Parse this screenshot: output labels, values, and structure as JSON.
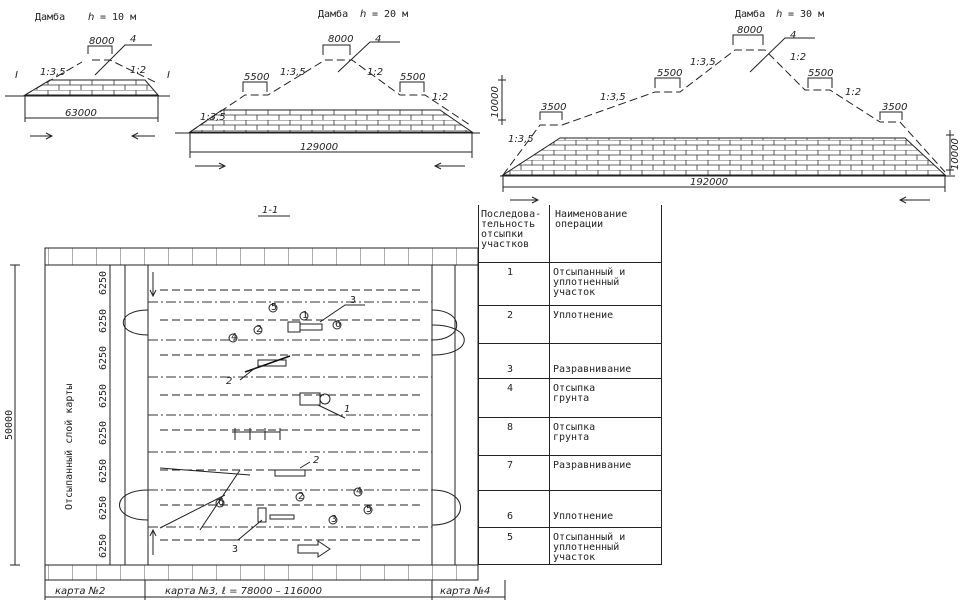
{
  "dams": [
    {
      "title": "Дамба",
      "h": "h",
      "height": "= 10 м",
      "crest": "8000",
      "slope_left": "1:3,5",
      "slope_right": "1:2",
      "base_width": "63000",
      "callout": "4",
      "section_mark": "I"
    },
    {
      "title": "Дамба",
      "h": "h",
      "height": "= 20 м",
      "crest": "8000",
      "bench": "5500",
      "slope_left": "1:3,5",
      "slope_right": "1:2",
      "base_width": "129000",
      "callout": "4"
    },
    {
      "title": "Дамба",
      "h": "h",
      "height": "= 30 м",
      "crest": "8000",
      "bench_upper": "5500",
      "bench_lower": "3500",
      "slope_left": "1:3,5",
      "slope_right": "1:2",
      "base_width": "192000",
      "height_dim": "10000",
      "callout": "4"
    }
  ],
  "plan": {
    "section_label": "1-1",
    "side_label": "Отсыпанный слой карты",
    "total_width": "50000",
    "row_width": "6250",
    "callouts": [
      "1",
      "2",
      "3"
    ],
    "step_numbers": [
      "1",
      "2",
      "3",
      "4",
      "5",
      "6"
    ],
    "maps": [
      "карта №2",
      "карта №3, ℓ = 78000 – 116000",
      "карта №4"
    ]
  },
  "table": {
    "headers": [
      "Последова-\nтельность\nотсыпки\nучастков",
      "Наименование\nоперации"
    ],
    "rows": [
      {
        "n": "1",
        "op": "Отсыпанный и\nуплотненный\nучасток"
      },
      {
        "n": "2",
        "op": "Уплотнение"
      },
      {
        "n": "3",
        "op": "Разравнивание"
      },
      {
        "n": "4",
        "op": "Отсыпка\nгрунта"
      },
      {
        "n": "8",
        "op": "Отсыпка\nгрунта"
      },
      {
        "n": "7",
        "op": "Разравнивание"
      },
      {
        "n": "6",
        "op": "Уплотнение"
      },
      {
        "n": "5",
        "op": "Отсыпанный и\nуплотненный\nучасток"
      }
    ]
  }
}
